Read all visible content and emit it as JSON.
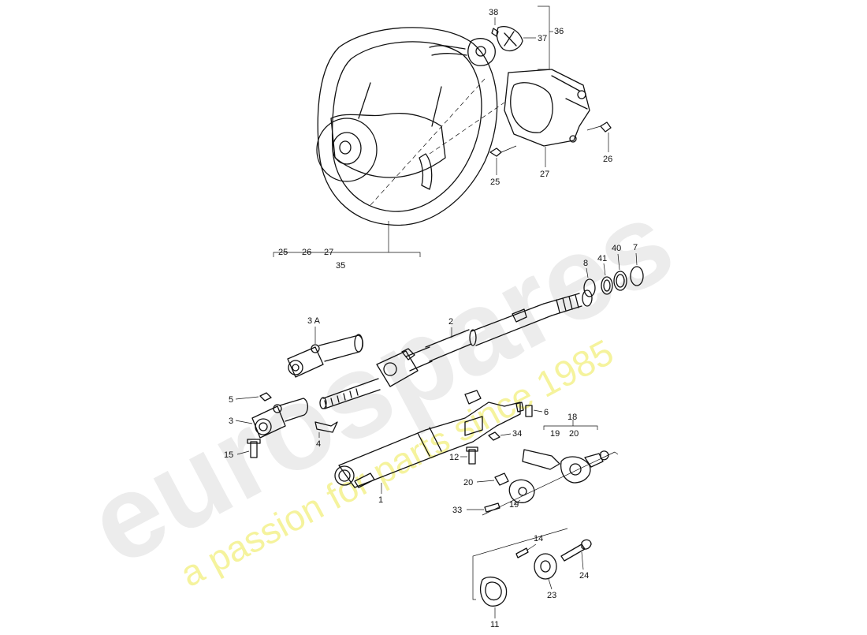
{
  "watermark": {
    "brand": "eurospares",
    "tagline": "a passion for parts since 1985"
  },
  "callouts": {
    "c1": "1",
    "c2": "2",
    "c3": "3",
    "c3a": "3 A",
    "c4": "4",
    "c5": "5",
    "c6": "6",
    "c7": "7",
    "c8": "8",
    "c11": "11",
    "c12": "12",
    "c14": "14",
    "c15": "15",
    "c18": "18",
    "c19": "19",
    "c19b": "19",
    "c20": "20",
    "c20b": "20",
    "c23": "23",
    "c24": "24",
    "c25": "25",
    "c25b": "25",
    "c26": "26",
    "c26b": "26",
    "c27": "27",
    "c27b": "27",
    "c33": "33",
    "c34": "34",
    "c35": "35",
    "c36": "36",
    "c37": "37",
    "c38": "38",
    "c40": "40",
    "c41": "41"
  },
  "colors": {
    "line": "#111111",
    "watermark_grey": "#dcdcdc",
    "watermark_yellow": "#f1ef7c"
  }
}
